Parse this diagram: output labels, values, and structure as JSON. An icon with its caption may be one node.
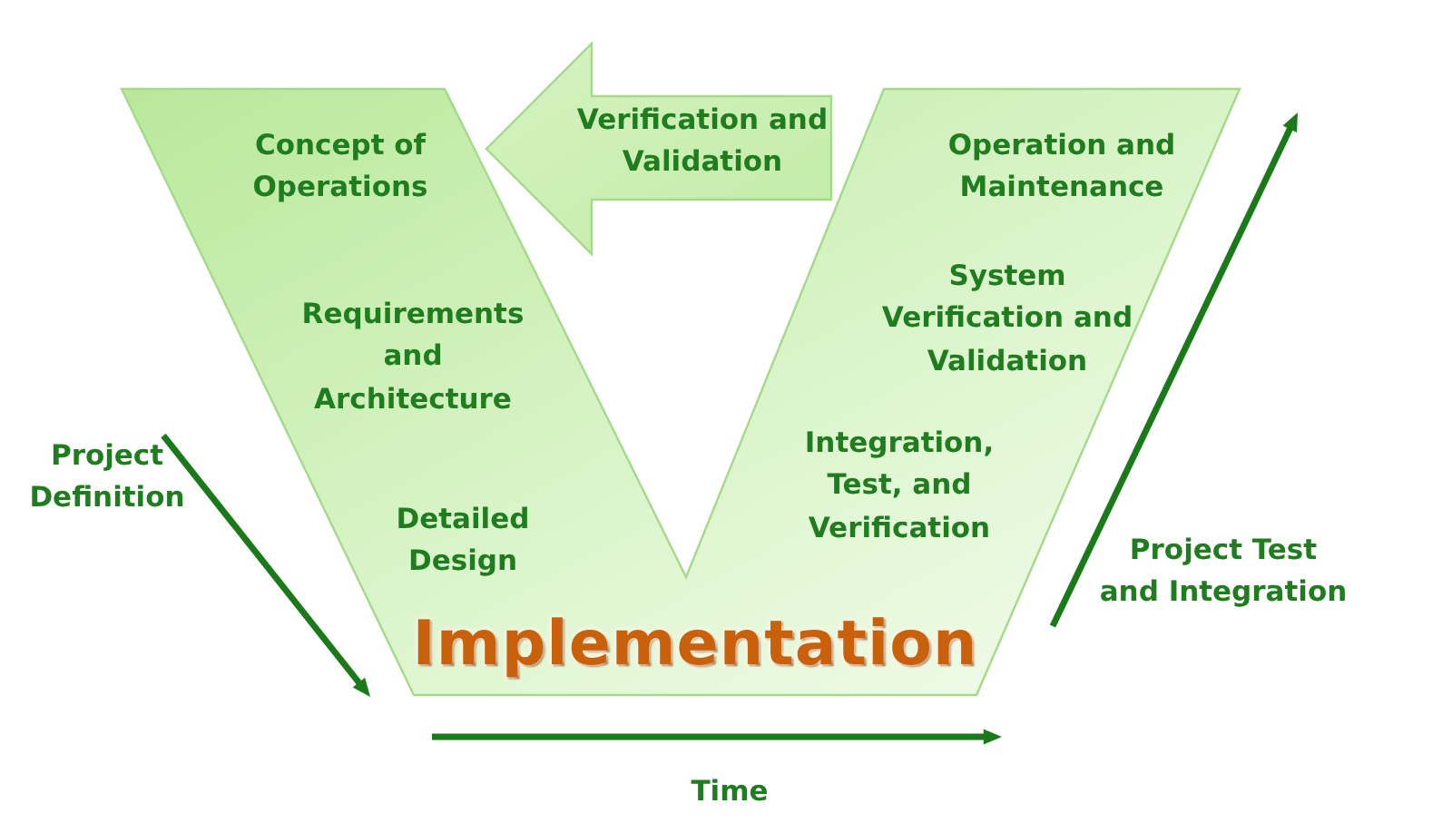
{
  "diagram": {
    "nodes": [
      {
        "text": [
          "Concept of Operations",
          "Requirements and Architecture",
          "Detailed Design",
          "Implementation",
          "Operation and Maintenance",
          "System Verification and Validation",
          "Integration, Test, and Verification"
        ]
      },
      {
        "text": [
          "Verification and Validation"
        ]
      }
    ],
    "labels": [
      "Project Definition",
      "Project Test and Integration",
      "Time"
    ]
  }
}
